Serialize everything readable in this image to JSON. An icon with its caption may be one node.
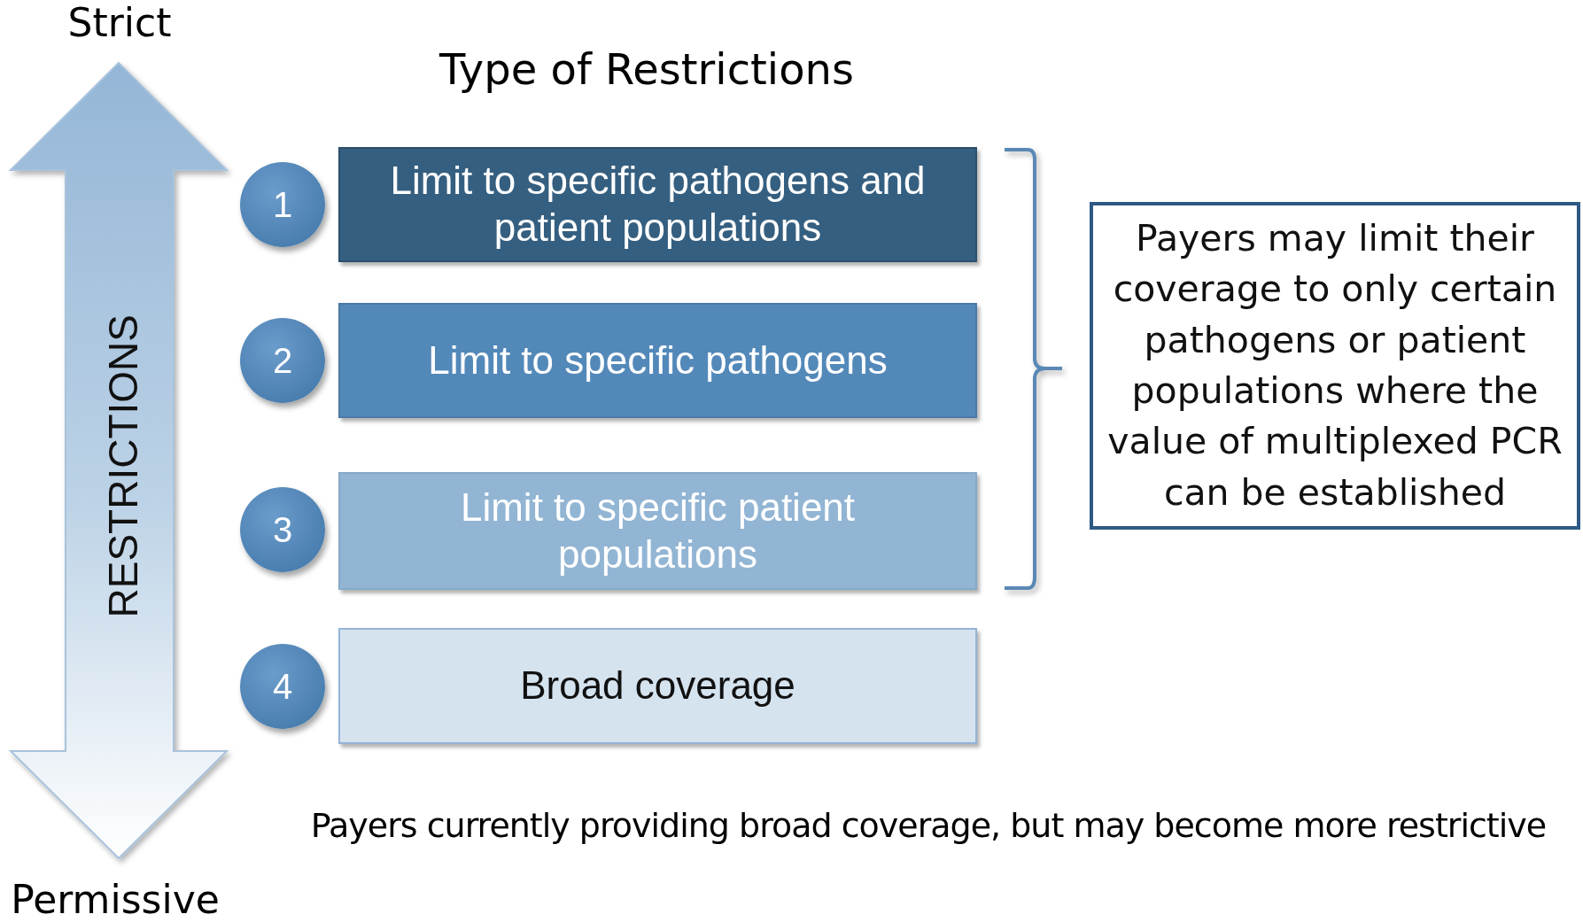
{
  "diagram": {
    "title": "Type of Restrictions",
    "nodes": [
      {
        "text": [
          "1"
        ]
      },
      {
        "text": [
          "Limit to specific pathogens and patient populations"
        ]
      },
      {
        "text": [
          "2"
        ]
      },
      {
        "text": [
          "Limit to specific pathogens"
        ]
      },
      {
        "text": [
          "3"
        ]
      },
      {
        "text": [
          "Limit to specific patient populations"
        ]
      },
      {
        "text": [
          "4"
        ]
      },
      {
        "text": [
          "Broad coverage"
        ]
      },
      {
        "text": [
          "Payers may limit their coverage to only certain pathogens or patient populations where the value of multiplexed PCR can be established"
        ]
      }
    ],
    "labels": [
      "Strict",
      "RESTRICTIONS",
      "Permissive",
      "Payers currently providing broad coverage, but may become more restrictive"
    ]
  }
}
